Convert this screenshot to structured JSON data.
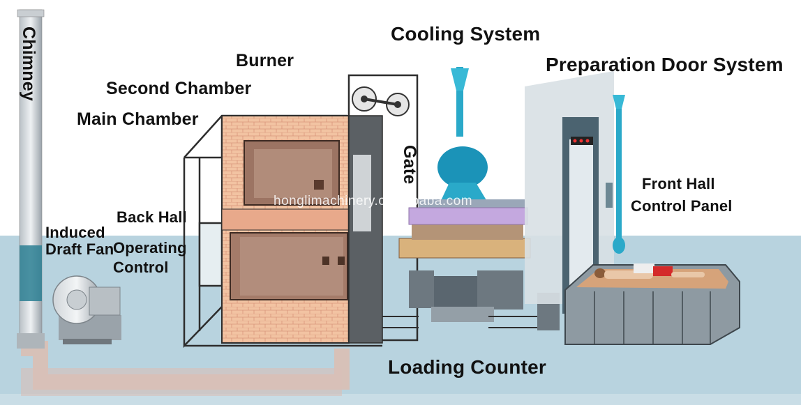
{
  "labels": {
    "chimney": "Chimney",
    "induced_draft_fan": [
      "Induced",
      "Draft Fan"
    ],
    "burner": "Burner",
    "second_chamber": "Second Chamber",
    "main_chamber": "Main Chamber",
    "back_hall": "Back Hall",
    "operating_control": [
      "Operating",
      "Control"
    ],
    "cooling_system": "Cooling System",
    "gate": "Gate",
    "preparation_door_system": "Preparation Door System",
    "front_hall_control_panel": [
      "Front Hall",
      "Control Panel"
    ],
    "loading_counter": "Loading Counter"
  },
  "watermark": "honglimachinery.cn.alibaba.com",
  "colors": {
    "floor": "#b8d3df",
    "brick": "#f2c4a4",
    "cyan_equipment": "#2aa9c9",
    "counter_grey": "#7e8c95",
    "duct": "#dfc2b8"
  }
}
